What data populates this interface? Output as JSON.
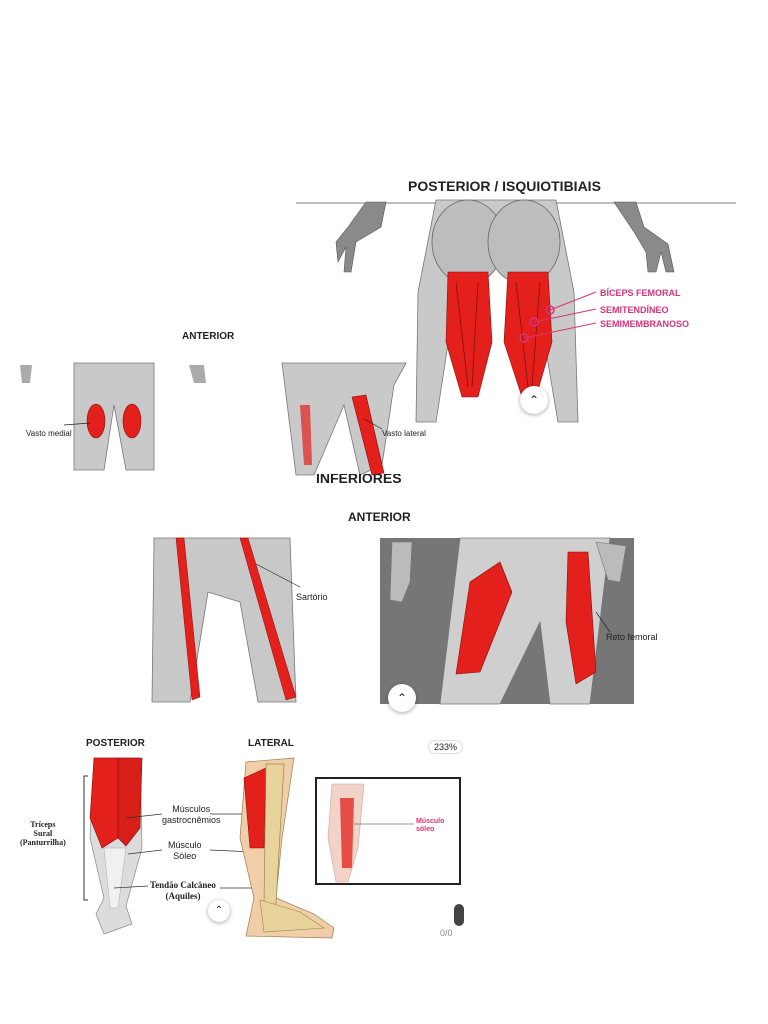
{
  "posterior_hamstrings": {
    "title": "POSTERIOR / ISQUIOTIBIAIS",
    "labels": [
      "BÍCEPS FEMORAL",
      "SEMITENDÍNEO",
      "SEMIMEMBRANOSO"
    ]
  },
  "anterior_vastus": {
    "title": "ANTERIOR",
    "labels": [
      "Vasto medial",
      "Vasto lateral"
    ]
  },
  "anterior_thigh": {
    "partial_title": "INFERIORES",
    "title": "ANTERIOR",
    "labels": [
      "Sartório",
      "Reto femoral"
    ]
  },
  "calf": {
    "title_posterior": "POSTERIOR",
    "title_lateral": "LATERAL",
    "zoom": "233%",
    "side_label": [
      "Tríceps",
      "Sural",
      "(Panturrilha)"
    ],
    "labels": [
      "Músculos",
      "gastrocnêmios",
      "Músculo",
      "Sóleo",
      "Tendão Calcâneo",
      "(Aquiles)"
    ],
    "inset_label": [
      "Músculo",
      "sóleo"
    ],
    "page_indicator": "0/0"
  },
  "colors": {
    "muscle": "#e3201b",
    "pink": "#d6337a",
    "bone": "#e8d49a"
  }
}
